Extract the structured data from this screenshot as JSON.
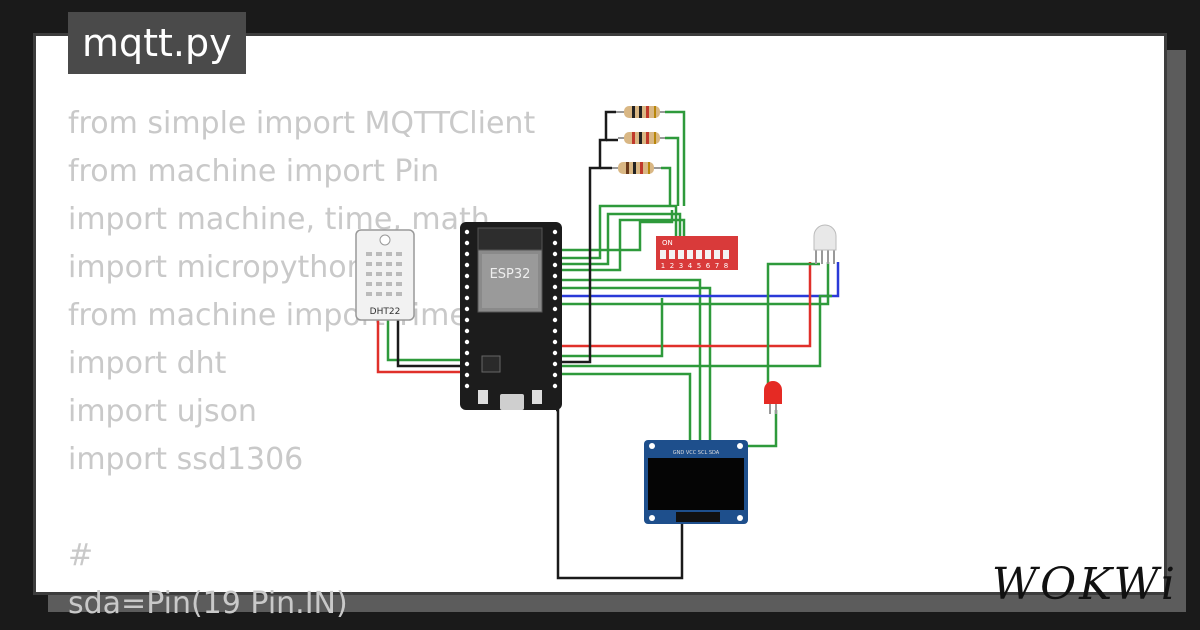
{
  "file_tab": {
    "title": "mqtt.py"
  },
  "code_lines": [
    "from simple import MQTTClient",
    "from machine import Pin",
    "import machine, time, math",
    "import micropython",
    "from machine import Timer",
    "import dht",
    "import ujson",
    "import ssd1306",
    "",
    "#",
    "sda=Pin(19 Pin.IN)"
  ],
  "components": {
    "esp32_label": "ESP32",
    "dht22_label": "DHT22",
    "dip_switch": {
      "on_label": "ON",
      "numbers": [
        "1",
        "2",
        "3",
        "4",
        "5",
        "6",
        "7",
        "8"
      ]
    },
    "oled_pins": "GND VCC SCL SDA"
  },
  "brand": {
    "logo_text": "WOKWi"
  },
  "colors": {
    "background": "#1a1a1a",
    "card": "#ffffff",
    "wire_green": "#2e9a3b",
    "wire_red": "#e0302a",
    "wire_blue": "#2a3ad8",
    "wire_black": "#1a1a1a",
    "dip_red": "#d93a3a",
    "oled_blue": "#1e4f8c"
  }
}
